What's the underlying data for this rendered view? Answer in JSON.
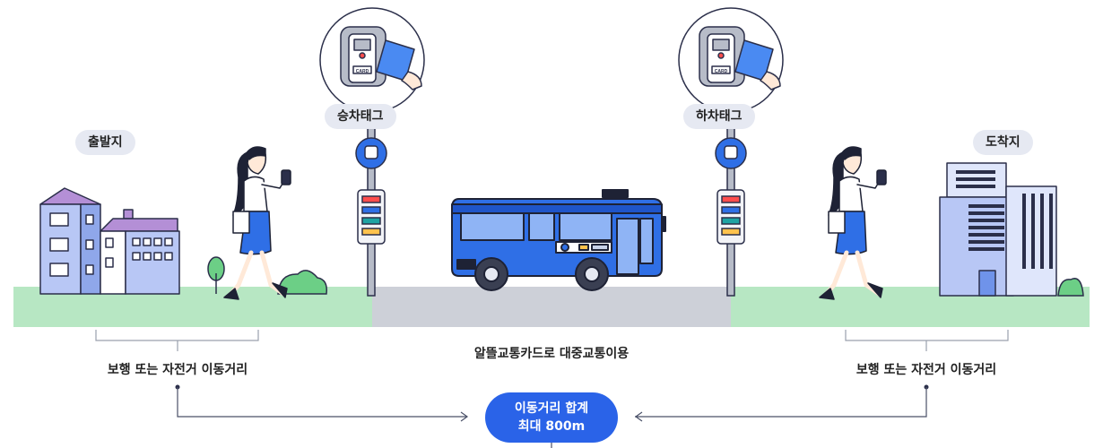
{
  "origin": {
    "label": "출발지"
  },
  "destination": {
    "label": "도착지"
  },
  "boarding_tag": {
    "label": "승차태그",
    "card_text": "CARD"
  },
  "alighting_tag": {
    "label": "하차태그",
    "card_text": "CARD"
  },
  "left_segment": {
    "label": "보행 또는 자전거 이동거리"
  },
  "right_segment": {
    "label": "보행 또는 자전거 이동거리"
  },
  "middle_segment": {
    "label": "알뜰교통카드로 대중교통이용"
  },
  "total": {
    "line1": "이동거리 합계",
    "line2": "최대 800m"
  },
  "colors": {
    "accent": "#2a63e8",
    "grass": "#b7e7c3",
    "road": "#cdd0d8",
    "bus": "#2f6fe6",
    "building_blue": "#a8bdf2",
    "building_purple": "#b48fd6"
  }
}
